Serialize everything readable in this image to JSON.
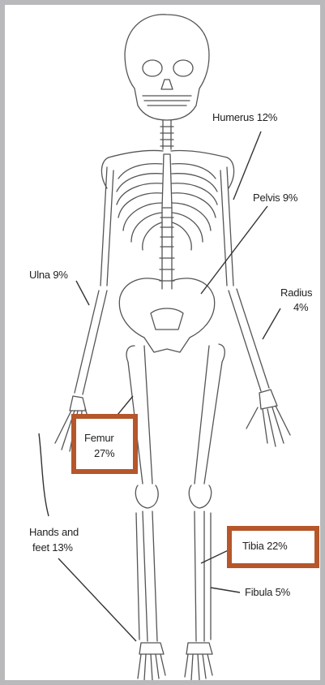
{
  "labels": {
    "humerus": "Humerus 12%",
    "pelvis": "Pelvis 9%",
    "ulna": "Ulna 9%",
    "radius_name": "Radius",
    "radius_pct": "4%",
    "femur_name": "Femur",
    "femur_pct": "27%",
    "hands_line1": "Hands and",
    "hands_line2": "feet 13%",
    "tibia": "Tibia 22%",
    "fibula": "Fibula 5%"
  },
  "colors": {
    "highlight": "#b5562b",
    "line": "#333333"
  }
}
